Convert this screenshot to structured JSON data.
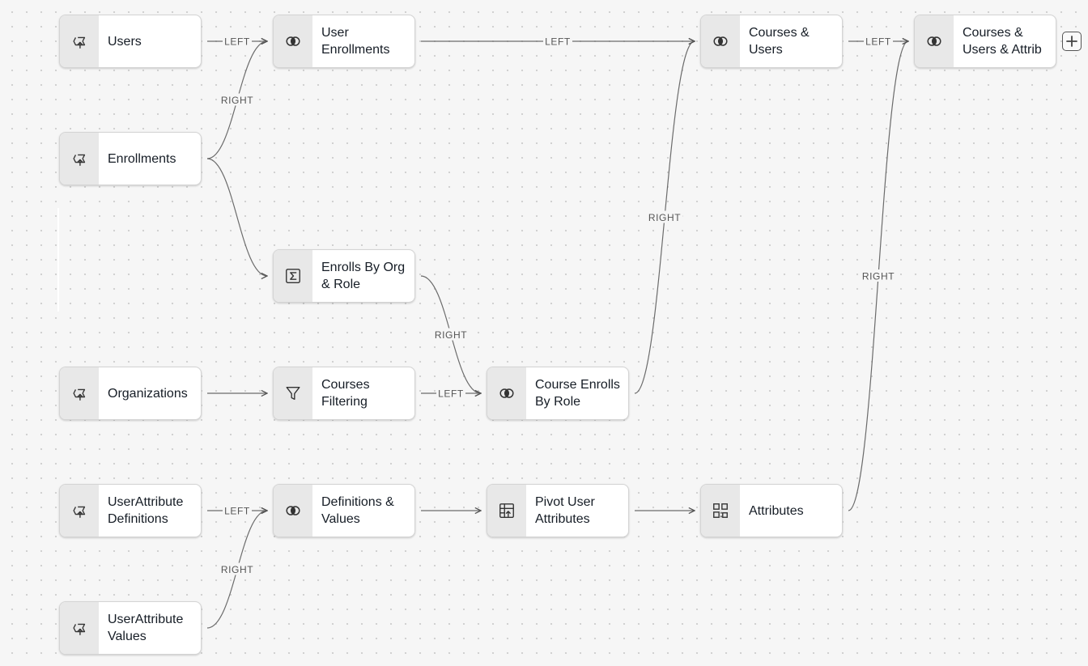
{
  "nodes": [
    {
      "id": "users",
      "label": "Users",
      "icon": "dataset-icon"
    },
    {
      "id": "enrollments",
      "label": "Enrollments",
      "icon": "dataset-icon"
    },
    {
      "id": "organizations",
      "label": "Organizations",
      "icon": "dataset-icon"
    },
    {
      "id": "userattribute-definitions",
      "label": "UserAttribute Definitions",
      "icon": "dataset-icon"
    },
    {
      "id": "userattribute-values",
      "label": "UserAttribute Values",
      "icon": "dataset-icon"
    },
    {
      "id": "user-enrollments",
      "label": "User Enrollments",
      "icon": "join-icon"
    },
    {
      "id": "enrolls-by-org-role",
      "label": "Enrolls By Org & Role",
      "icon": "aggregate-icon"
    },
    {
      "id": "courses-filtering",
      "label": "Courses Filtering",
      "icon": "filter-icon"
    },
    {
      "id": "definitions-values",
      "label": "Definitions & Values",
      "icon": "join-icon"
    },
    {
      "id": "course-enrolls-by-role",
      "label": "Course Enrolls By Role",
      "icon": "join-icon"
    },
    {
      "id": "pivot-user-attributes",
      "label": "Pivot User Attributes",
      "icon": "pivot-icon"
    },
    {
      "id": "courses-users",
      "label": "Courses & Users",
      "icon": "join-icon"
    },
    {
      "id": "attributes",
      "label": "Attributes",
      "icon": "unpivot-icon"
    },
    {
      "id": "courses-users-attrib",
      "label": "Courses & Users & Attrib",
      "icon": "join-icon"
    }
  ],
  "edges": [
    {
      "from": "users",
      "to": "user-enrollments",
      "label": "LEFT"
    },
    {
      "from": "enrollments",
      "to": "user-enrollments",
      "label": "RIGHT"
    },
    {
      "from": "enrollments",
      "to": "enrolls-by-org-role",
      "label": ""
    },
    {
      "from": "organizations",
      "to": "courses-filtering",
      "label": ""
    },
    {
      "from": "courses-filtering",
      "to": "course-enrolls-by-role",
      "label": "LEFT"
    },
    {
      "from": "enrolls-by-org-role",
      "to": "course-enrolls-by-role",
      "label": "RIGHT"
    },
    {
      "from": "user-enrollments",
      "to": "courses-users",
      "label": "LEFT"
    },
    {
      "from": "course-enrolls-by-role",
      "to": "courses-users",
      "label": "RIGHT"
    },
    {
      "from": "courses-users",
      "to": "courses-users-attrib",
      "label": "LEFT"
    },
    {
      "from": "attributes",
      "to": "courses-users-attrib",
      "label": "RIGHT"
    },
    {
      "from": "userattribute-definitions",
      "to": "definitions-values",
      "label": "LEFT"
    },
    {
      "from": "userattribute-values",
      "to": "definitions-values",
      "label": "RIGHT"
    },
    {
      "from": "definitions-values",
      "to": "pivot-user-attributes",
      "label": ""
    },
    {
      "from": "pivot-user-attributes",
      "to": "attributes",
      "label": ""
    }
  ],
  "add_button": {
    "icon": "plus-icon"
  }
}
